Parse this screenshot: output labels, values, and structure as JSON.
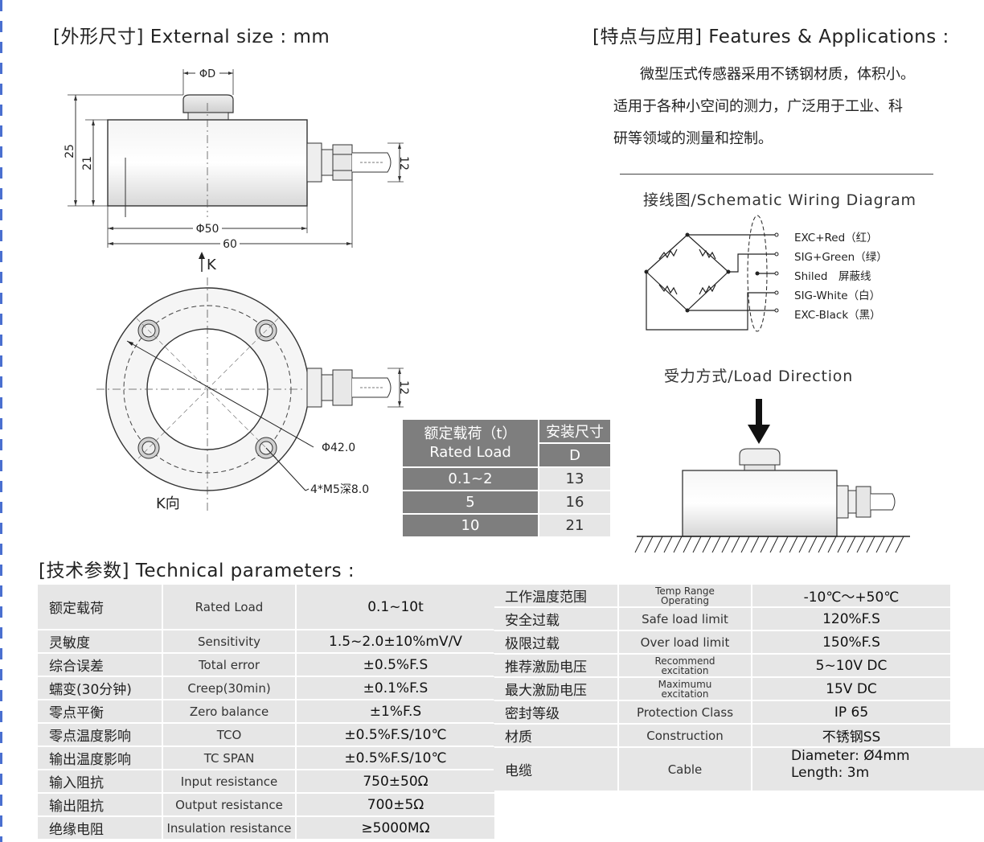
{
  "external_size_title": "[外形尺寸] External size : mm",
  "features_title": "[特点与应用] Features & Applications :",
  "features_lines": [
    "微型压式传感器采用不锈钢材质，体积小。",
    "适用于各种小空间的测力，广泛用于工业、科",
    "研等领域的测量和控制。"
  ],
  "wiring_title": "接线图/Schematic Wiring Diagram",
  "wiring_labels": [
    "EXC+Red（红）",
    "SIG+Green（绿）",
    "Shiled　屏蔽线",
    "SIG-White（白）",
    "EXC-Black（黑）"
  ],
  "load_direction_title": "受力方式/Load Direction",
  "drawing_labels": {
    "phi_d": "ΦD",
    "dim_25": "25",
    "dim_21": "21",
    "dim_12": "12",
    "phi_50": "Φ50",
    "dim_60": "60",
    "k_arrow": "K",
    "k_view": "K向",
    "phi_42": "Φ42.0",
    "holes": "4*M5深8.0",
    "dim_12_b": "12"
  },
  "rated_load_table": {
    "header_load": [
      "额定载荷（t）",
      "Rated Load"
    ],
    "header_size": "安装尺寸",
    "header_d": "D",
    "rows": [
      {
        "load": "0.1~2",
        "d": "13"
      },
      {
        "load": "5",
        "d": "16"
      },
      {
        "load": "10",
        "d": "21"
      }
    ]
  },
  "tech_title": "[技术参数] Technical parameters :",
  "tech_left": [
    {
      "cn": "额定载荷",
      "en": "Rated Load",
      "val": "0.1~10t"
    },
    {
      "cn": "灵敏度",
      "en": "Sensitivity",
      "val": "1.5~2.0±10%mV/V"
    },
    {
      "cn": "综合误差",
      "en": "Total error",
      "val": "±0.5%F.S"
    },
    {
      "cn": "蠕变(30分钟)",
      "en": "Creep(30min)",
      "val": "±0.1%F.S"
    },
    {
      "cn": "零点平衡",
      "en": "Zero balance",
      "val": "±1%F.S"
    },
    {
      "cn": "零点温度影响",
      "en": "TCO",
      "val": "±0.5%F.S/10℃"
    },
    {
      "cn": "输出温度影响",
      "en": "TC SPAN",
      "val": "±0.5%F.S/10℃"
    },
    {
      "cn": "输入阻抗",
      "en": "Input resistance",
      "val": "750±50Ω"
    },
    {
      "cn": "输出阻抗",
      "en": "Output resistance",
      "val": "700±5Ω"
    },
    {
      "cn": "绝缘电阻",
      "en": "Insulation resistance",
      "val": "≥5000MΩ"
    }
  ],
  "tech_right": [
    {
      "cn": "工作温度范围",
      "en": [
        "Temp Range",
        "Operating"
      ],
      "val": "-10℃～+50℃"
    },
    {
      "cn": "安全过载",
      "en": "Safe load limit",
      "val": "120%F.S"
    },
    {
      "cn": "极限过载",
      "en": "Over load limit",
      "val": "150%F.S"
    },
    {
      "cn": "推荐激励电压",
      "en": [
        "Recommend",
        "excitation"
      ],
      "val": "5~10V  DC"
    },
    {
      "cn": "最大激励电压",
      "en": [
        "Maximumu",
        "excitation"
      ],
      "val": "15V    DC"
    },
    {
      "cn": "密封等级",
      "en": "Protection Class",
      "val": "IP 65"
    },
    {
      "cn": "材质",
      "en": "Construction",
      "val": "不锈钢SS"
    },
    {
      "cn": "电缆",
      "en": "Cable",
      "val": [
        "Diameter: Ø4mm",
        "Length: 3m"
      ]
    }
  ]
}
